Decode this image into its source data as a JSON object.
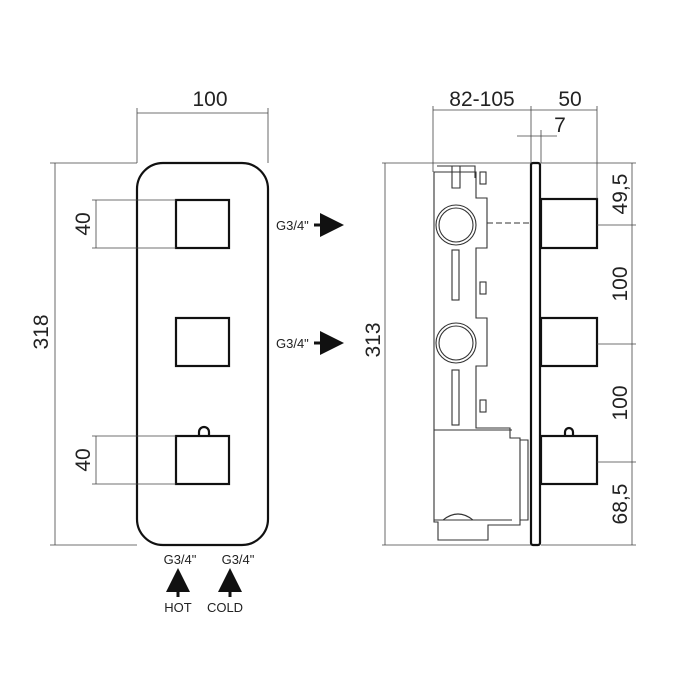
{
  "front_view": {
    "width_dim": "100",
    "height_dim": "318",
    "handle_top_dim": "40",
    "handle_bottom_dim": "40",
    "outlet_top_label": "G3/4\"",
    "outlet_middle_label": "G3/4\"",
    "inlet_hot_size": "G3/4\"",
    "inlet_cold_size": "G3/4\"",
    "hot_label": "HOT",
    "cold_label": "COLD"
  },
  "side_view": {
    "depth_dim": "82-105",
    "projection_dim": "50",
    "plate_thickness_dim": "7",
    "height_dim": "313",
    "top_offset_dim": "49,5",
    "spacing_dim_1": "100",
    "spacing_dim_2": "100",
    "bottom_offset_dim": "68,5"
  }
}
